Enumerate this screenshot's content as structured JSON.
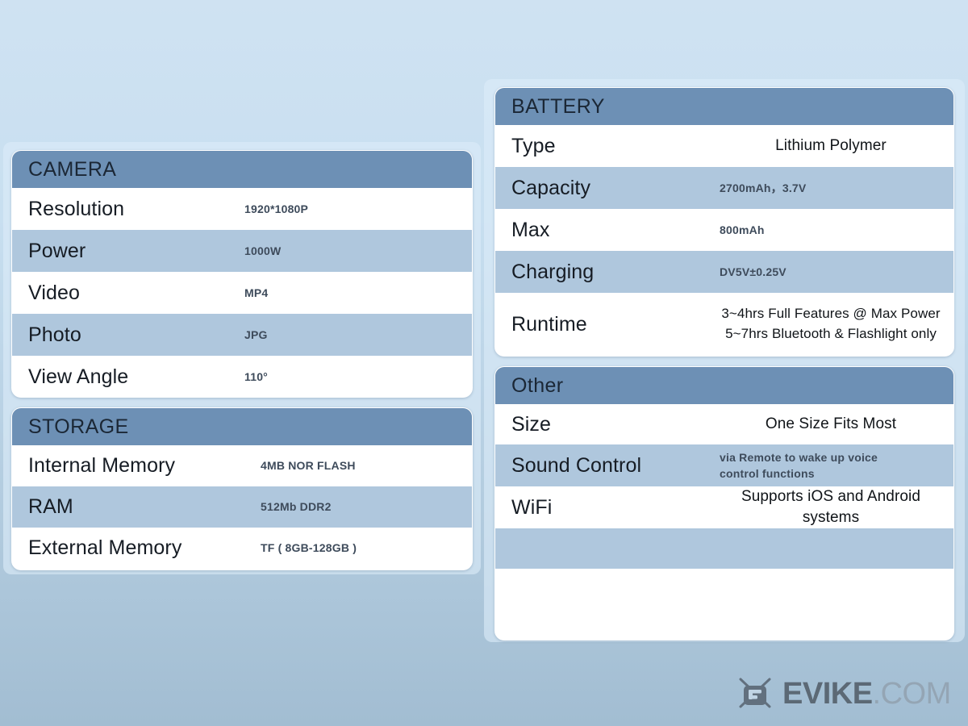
{
  "background": {
    "top_color": "#cfe2f2",
    "bottom_color": "#a2bdd2",
    "header_bar_color": "#6d90b5",
    "row_alt_color": "#afc7dd",
    "row_base_color": "#ffffff"
  },
  "cards": {
    "camera": {
      "title": "CAMERA",
      "rows": [
        {
          "label": "Resolution",
          "value": "1920*1080P"
        },
        {
          "label": "Power",
          "value": "1000W"
        },
        {
          "label": "Video",
          "value": "MP4"
        },
        {
          "label": "Photo",
          "value": "JPG"
        },
        {
          "label": "View Angle",
          "value": "110°"
        }
      ]
    },
    "storage": {
      "title": "STORAGE",
      "rows": [
        {
          "label": "Internal Memory",
          "value": "4MB NOR FLASH"
        },
        {
          "label": "RAM",
          "value": "512Mb DDR2"
        },
        {
          "label": "External Memory",
          "value": "TF ( 8GB-128GB )"
        }
      ]
    },
    "battery": {
      "title": "BATTERY",
      "rows": [
        {
          "label": "Type",
          "value": "Lithium Polymer"
        },
        {
          "label": "Capacity",
          "value": "2700mAh，3.7V"
        },
        {
          "label": "Max",
          "value": "800mAh"
        },
        {
          "label": "Charging",
          "value": "DV5V±0.25V"
        },
        {
          "label": "Runtime",
          "value": "3~4hrs Full Features @ Max Power\n5~7hrs Bluetooth & Flashlight only"
        }
      ]
    },
    "other": {
      "title": "Other",
      "rows": [
        {
          "label": "Size",
          "value": "One Size Fits Most"
        },
        {
          "label": "Sound Control",
          "value": "via Remote to wake up voice\ncontrol functions"
        },
        {
          "label": "WiFi",
          "value": "Supports iOS and Android systems"
        },
        {
          "label": "",
          "value": ""
        },
        {
          "label": "",
          "value": ""
        }
      ]
    }
  },
  "watermark": {
    "brand": "EVIKE",
    "suffix": ".COM",
    "icon": "crossed-rifles-emblem"
  }
}
